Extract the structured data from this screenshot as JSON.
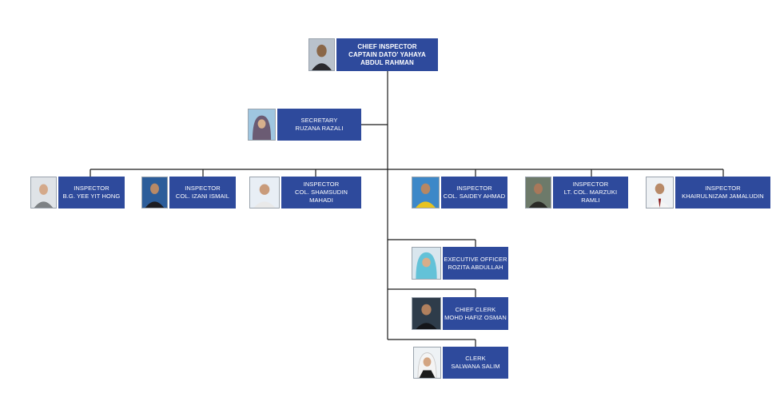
{
  "chief": {
    "title": "CHIEF INSPECTOR",
    "name1": "CAPTAIN DATO' YAHAYA",
    "name2": "ABDUL RAHMAN"
  },
  "secretary": {
    "title": "SECRETARY",
    "name": "RUZANA RAZALI"
  },
  "inspectors": [
    {
      "title": "INSPECTOR",
      "name1": "B.G. YEE YIT HONG",
      "name2": ""
    },
    {
      "title": "INSPECTOR",
      "name1": "COL. IZANI ISMAIL",
      "name2": ""
    },
    {
      "title": "INSPECTOR",
      "name1": "COL. SHAMSUDIN",
      "name2": "MAHADI"
    },
    {
      "title": "INSPECTOR",
      "name1": "COL. SAIDEY AHMAD",
      "name2": ""
    },
    {
      "title": "INSPECTOR",
      "name1": "LT. COL. MARZUKI",
      "name2": "RAMLI"
    },
    {
      "title": "INSPECTOR",
      "name1": "KHAIRULNIZAM JAMALUDIN",
      "name2": ""
    }
  ],
  "staff": [
    {
      "title": "EXECUTIVE OFFICER",
      "name": "ROZITA  ABDULLAH"
    },
    {
      "title": "CHIEF CLERK",
      "name": "MOHD  HAFIZ OSMAN"
    },
    {
      "title": "CLERK",
      "name": "SALWANA SALIM"
    }
  ],
  "colors": {
    "box": "#2e4a9c",
    "line": "#1a1a1a",
    "text": "#ffffff"
  }
}
